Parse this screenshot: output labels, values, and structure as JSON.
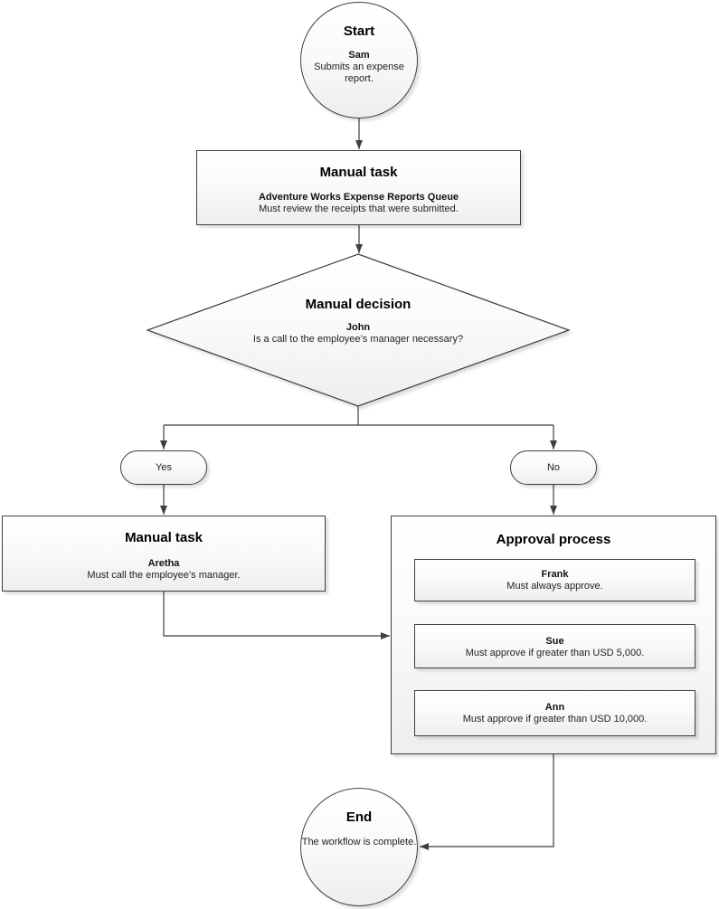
{
  "nodes": {
    "start": {
      "title": "Start",
      "name": "Sam",
      "description": "Submits an expense report."
    },
    "review_task": {
      "title": "Manual task",
      "name": "Adventure Works Expense Reports Queue",
      "description": "Must review the receipts that were submitted."
    },
    "decision": {
      "title": "Manual decision",
      "name": "John",
      "description": "Is a call to the employee’s manager necessary?"
    },
    "call_task": {
      "title": "Manual task",
      "name": "Aretha",
      "description": "Must call the employee’s manager."
    },
    "approval": {
      "title": "Approval process",
      "steps": [
        {
          "name": "Frank",
          "description": "Must always approve."
        },
        {
          "name": "Sue",
          "description": "Must approve if greater than USD 5,000."
        },
        {
          "name": "Ann",
          "description": "Must approve if greater than USD 10,000."
        }
      ]
    },
    "end": {
      "title": "End",
      "description": "The workflow is complete."
    }
  },
  "branch_labels": {
    "yes": "Yes",
    "no": "No"
  },
  "colors": {
    "connector": "#3f3f3f",
    "shape_border": "#3f3f3f",
    "shape_fill_top": "#ffffff",
    "shape_fill_bottom": "#eeeeee",
    "background": "#ffffff"
  }
}
